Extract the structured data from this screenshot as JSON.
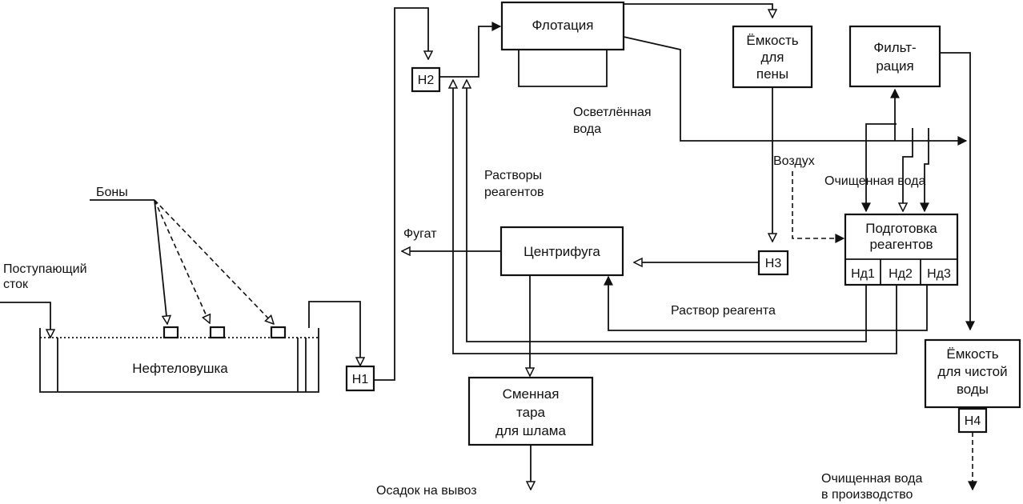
{
  "blocks": {
    "flotation": "Флотация",
    "foam_tank": [
      "Ёмкость",
      "для",
      "пены"
    ],
    "filtration": [
      "Фильт-",
      "рация"
    ],
    "reagent_prep": [
      "Подготовка",
      "реагентов"
    ],
    "dosers": [
      "Нд1",
      "Нд2",
      "Нд3"
    ],
    "centrifuge": "Центрифуга",
    "clean_tank": [
      "Ёмкость",
      "для чистой",
      "воды"
    ],
    "sludge_container": [
      "Сменная",
      "тара",
      "для шлама"
    ],
    "oil_trap": "Нефтеловушка"
  },
  "pumps": {
    "h1": "Н1",
    "h2": "Н2",
    "h3": "Н3",
    "h4": "Н4"
  },
  "labels": {
    "clarified_water": [
      "Осветлённая",
      "вода"
    ],
    "air": "Воздух",
    "purified_water": "Очищенная вода",
    "reagent_solutions": [
      "Растворы",
      "реагентов"
    ],
    "fugate": "Фугат",
    "reagent_solution": "Раствор реагента",
    "booms": "Боны",
    "incoming_flow": [
      "Поступающий",
      "сток"
    ],
    "sludge_out": "Осадок на вывоз",
    "to_production": [
      "Очищенная вода",
      "в производство"
    ]
  }
}
